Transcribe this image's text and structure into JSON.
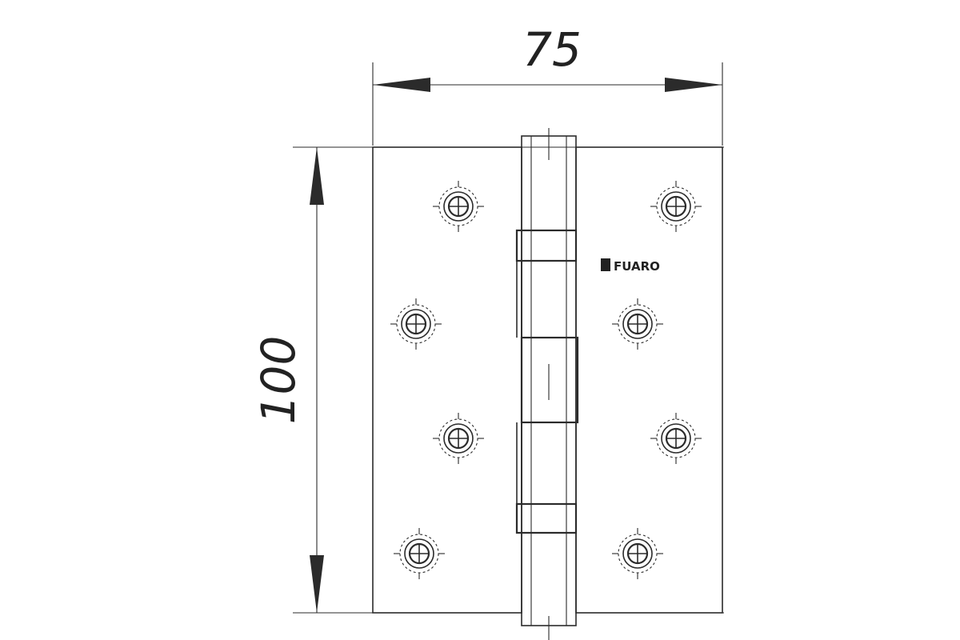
{
  "diagram": {
    "width_dimension": "75",
    "height_dimension": "100",
    "brand_label": "FUARO",
    "screw_holes_per_leaf": 4
  }
}
